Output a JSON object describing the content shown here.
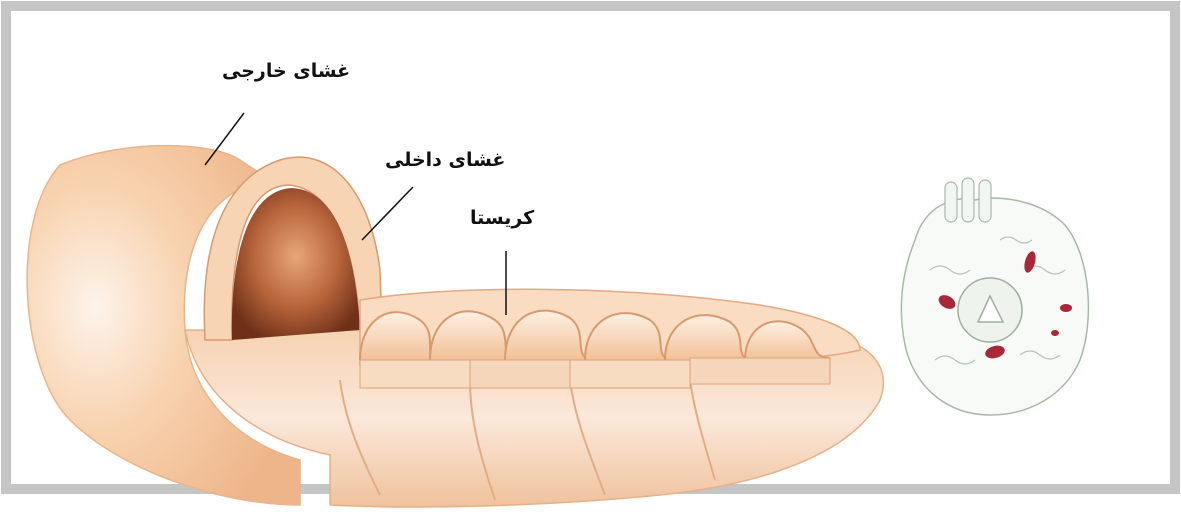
{
  "labels": {
    "outer_membrane": "غشای خارجی",
    "inner_membrane": "غشای داخلی",
    "cristae": "کریستا"
  },
  "colors": {
    "frame": "#c5c5c5",
    "membrane_light": "#fbe3cd",
    "membrane_mid": "#f3c49a",
    "matrix_dark": "#7a3a20",
    "cell_outline": "#a8b8a8",
    "organelle_red": "#a8283a"
  }
}
